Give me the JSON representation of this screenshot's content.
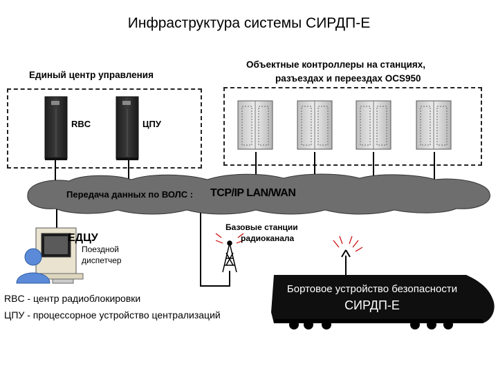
{
  "title": "Инфраструктура системы СИРДП-Е",
  "control_center": {
    "title": "Единый центр управления",
    "rbc_label": "RBC",
    "cpu_label": "ЦПУ"
  },
  "object_controllers": {
    "title_line1": "Объектные контроллеры на станциях,",
    "title_line2": "разъездах и переездах OCS950"
  },
  "network": {
    "label": "Передача данных по ВОЛС :",
    "protocol": "TCP/IP LAN/WAN"
  },
  "edcu": {
    "label": "ЕДЦУ",
    "role_line1": "Поездной",
    "role_line2": "диспетчер"
  },
  "base_stations": {
    "line1": "Базовые станции",
    "line2": "радиоканала"
  },
  "train": {
    "line1": "Бортовое устройство безопасности",
    "line2": "СИРДП-Е"
  },
  "legend": [
    "RBC - центр радиоблокировки",
    "ЦПУ - процессорное устройство централизаций"
  ],
  "colors": {
    "cloud": "#666666",
    "cabinet_dark": "#2b2b2b",
    "cabinet_light": "#d8d8d8",
    "train": "#111111",
    "antenna_signal": "#cc0000"
  }
}
